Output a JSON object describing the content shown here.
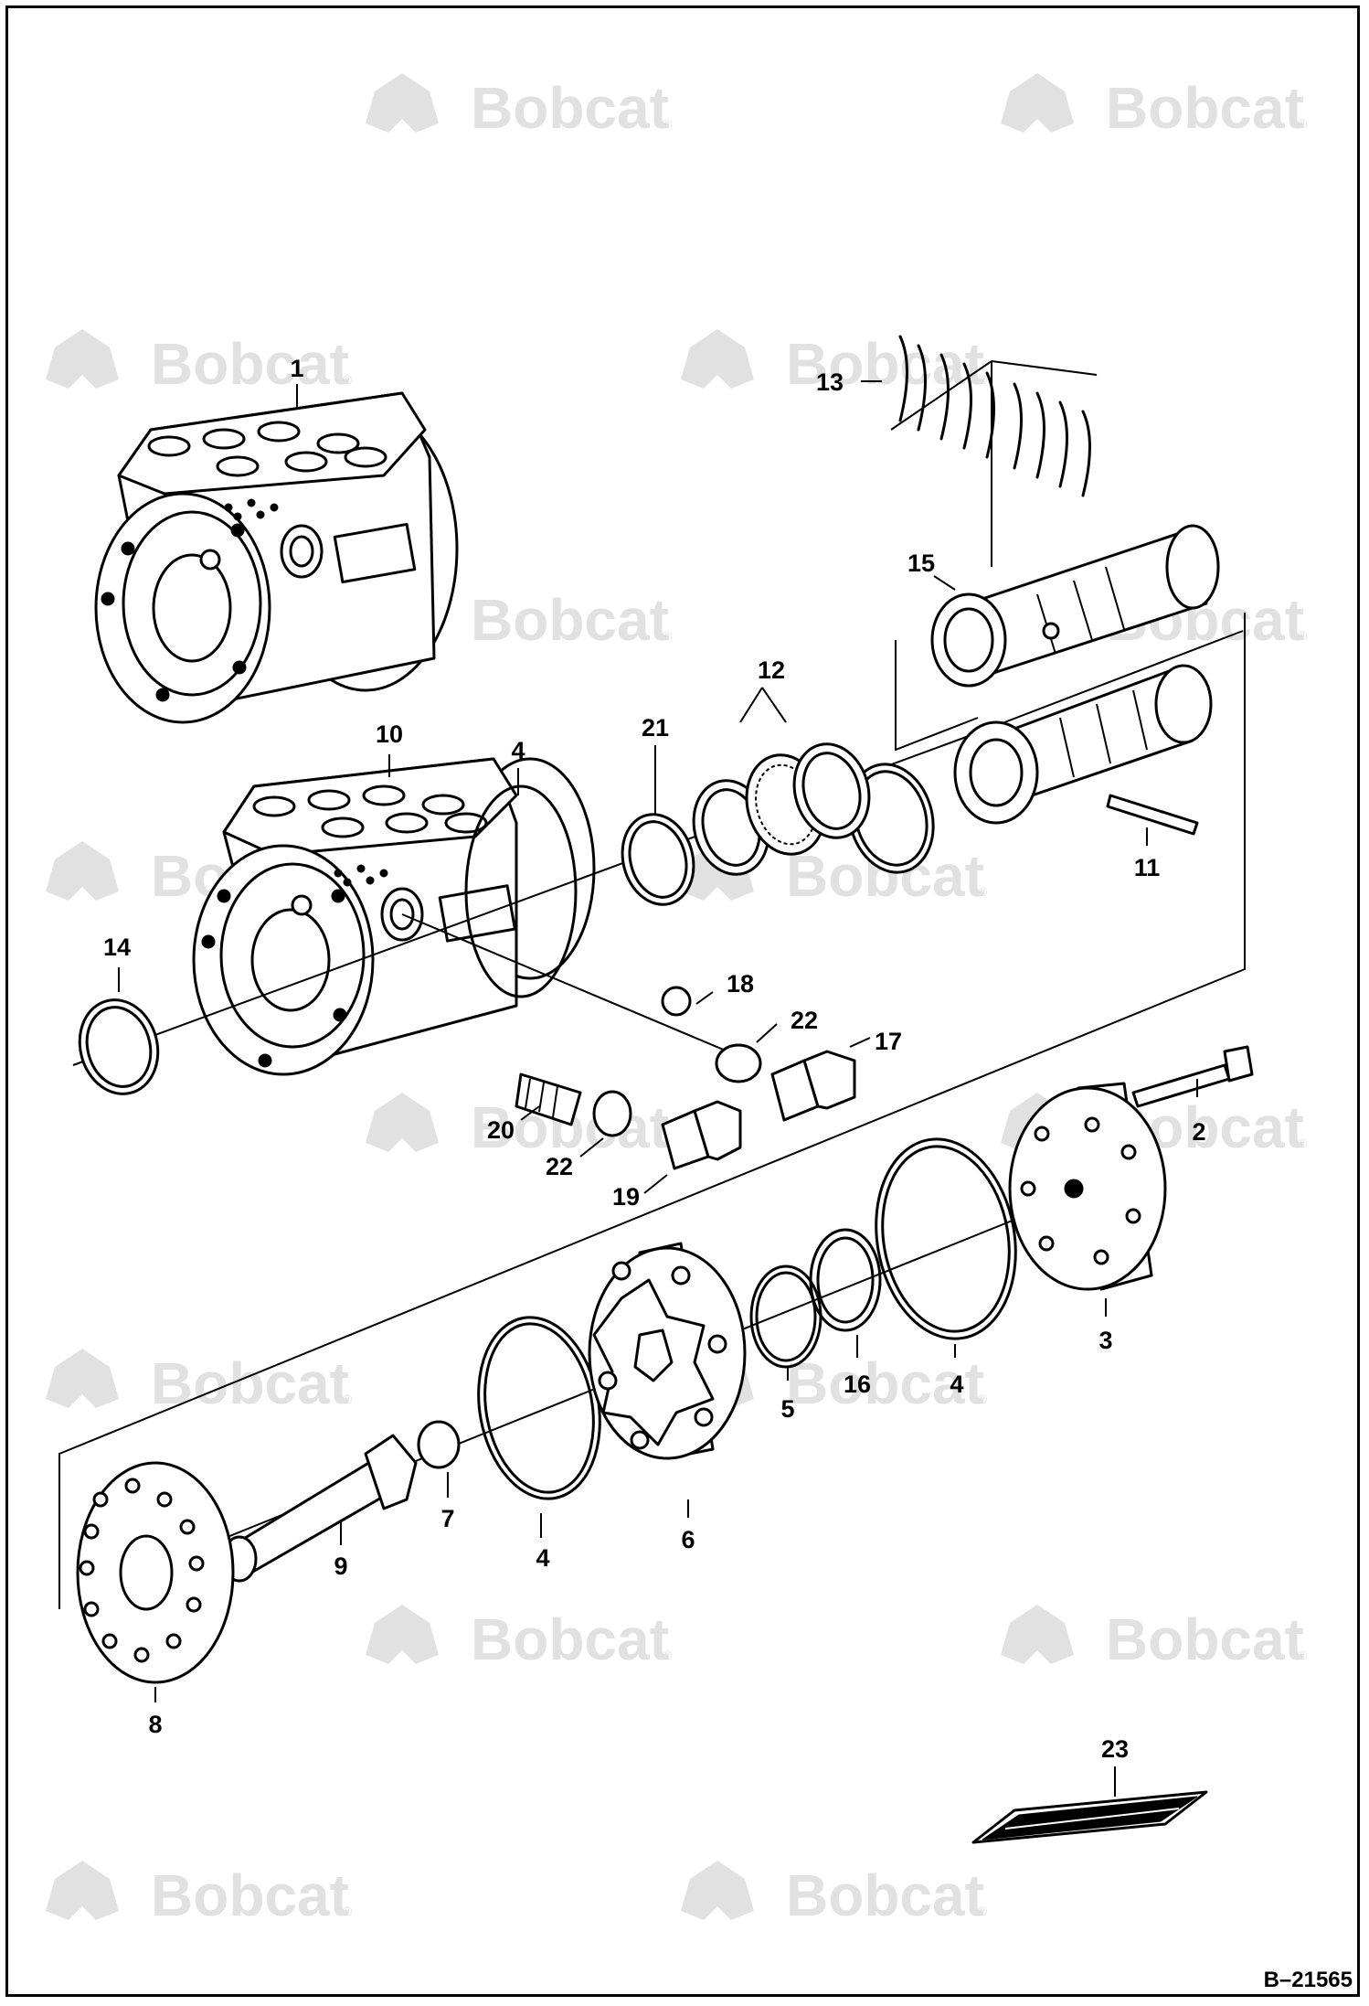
{
  "watermark": {
    "text": "Bobcat",
    "registered_mark": "®"
  },
  "drawing_number": "B–21565",
  "callouts": [
    {
      "id": "c1",
      "label": "1"
    },
    {
      "id": "c2",
      "label": "2"
    },
    {
      "id": "c3",
      "label": "3"
    },
    {
      "id": "c4a",
      "label": "4"
    },
    {
      "id": "c4b",
      "label": "4"
    },
    {
      "id": "c4c",
      "label": "4"
    },
    {
      "id": "c5",
      "label": "5"
    },
    {
      "id": "c6",
      "label": "6"
    },
    {
      "id": "c7",
      "label": "7"
    },
    {
      "id": "c8",
      "label": "8"
    },
    {
      "id": "c9",
      "label": "9"
    },
    {
      "id": "c10",
      "label": "10"
    },
    {
      "id": "c11",
      "label": "11"
    },
    {
      "id": "c12",
      "label": "12"
    },
    {
      "id": "c13",
      "label": "13"
    },
    {
      "id": "c14",
      "label": "14"
    },
    {
      "id": "c15",
      "label": "15"
    },
    {
      "id": "c16",
      "label": "16"
    },
    {
      "id": "c17",
      "label": "17"
    },
    {
      "id": "c18",
      "label": "18"
    },
    {
      "id": "c19",
      "label": "19"
    },
    {
      "id": "c20",
      "label": "20"
    },
    {
      "id": "c21",
      "label": "21"
    },
    {
      "id": "c22a",
      "label": "22"
    },
    {
      "id": "c22b",
      "label": "22"
    },
    {
      "id": "c23",
      "label": "23"
    }
  ]
}
